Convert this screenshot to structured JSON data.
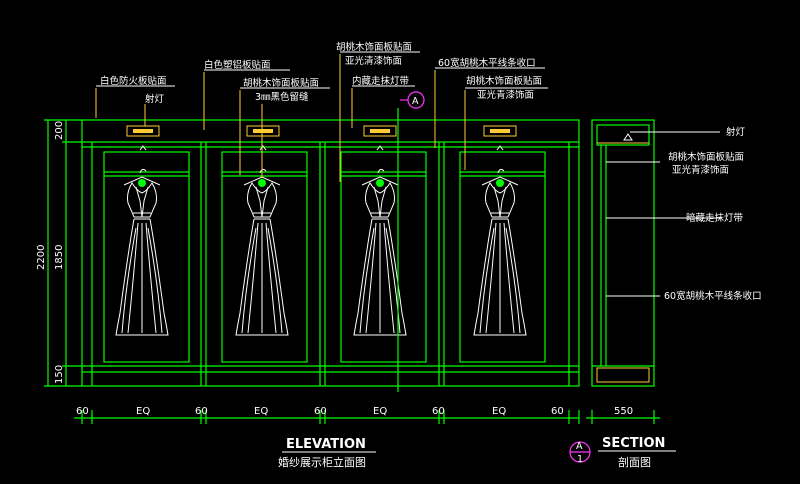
{
  "labels": {
    "fireproof_board": "白色防火板贴面",
    "spotlight": "射灯",
    "white_plastic": "白色塑铝板贴面",
    "walnut_veneer_left": "胡桃木饰面板贴面",
    "gap_black": "3㎜黑色留缝",
    "walnut_veneer_top": "胡桃木饰面板贴面",
    "matte_varnish_top": "亚光清漆饰面",
    "hidden_light": "内藏走抹灯带",
    "walnut_trim": "60宽胡桃木平线条收口",
    "walnut_veneer_right": "胡桃木饰面板贴面",
    "matte_varnish_right": "亚光青漆饰面"
  },
  "section_labels": {
    "spotlight": "射灯",
    "walnut_veneer": "胡桃木饰面板贴面",
    "matte_varnish": "亚光青漆饰面",
    "hidden_light": "暗藏走抹灯带",
    "walnut_trim": "60宽胡桃木平线条收口"
  },
  "dimensions": {
    "vertical": [
      "200",
      "2200",
      "1850",
      "150"
    ],
    "bottom": [
      "60",
      "EQ",
      "60",
      "EQ",
      "60",
      "EQ",
      "60",
      "EQ",
      "60"
    ],
    "section_width": "550"
  },
  "callout": {
    "letter": "A",
    "number": "1"
  },
  "titles": {
    "elevation": "ELEVATION",
    "elevation_sub": "婚纱展示柜立面图",
    "section": "SECTION",
    "section_sub": "剖面图"
  },
  "colors": {
    "background": "#000000",
    "frame": "#00ff00",
    "annotation": "#ffffff",
    "detail": "#ffcc33",
    "callout": "#ff33ff"
  }
}
